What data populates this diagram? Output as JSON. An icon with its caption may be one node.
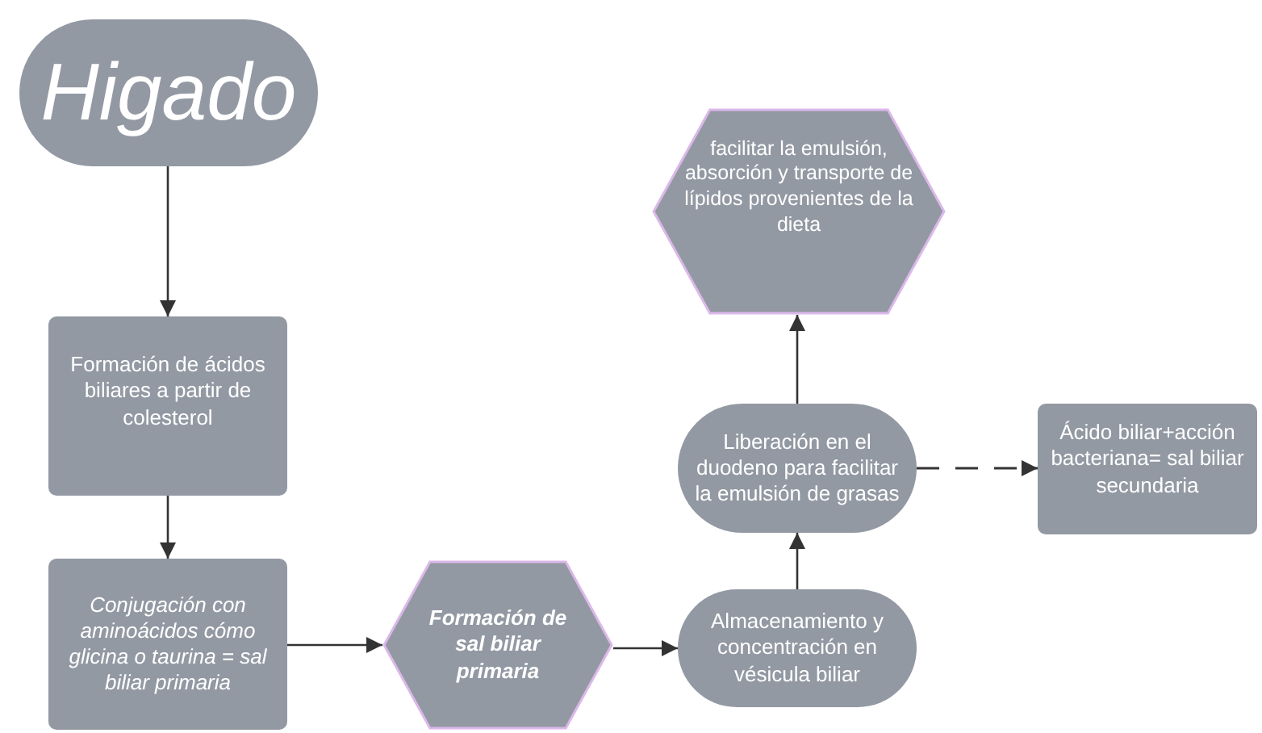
{
  "diagram": {
    "nodes": [
      {
        "text": [
          "Higado"
        ]
      },
      {
        "text": [
          "Formación de ácidos biliares a partir de colesterol"
        ]
      },
      {
        "text": [
          "Conjugación con aminoácidos cómo glicina o taurina = sal biliar primaria"
        ]
      },
      {
        "text": [
          "Formación de sal biliar primaria"
        ]
      },
      {
        "text": [
          "Almacenamiento y concentración en vésicula biliar"
        ]
      },
      {
        "text": [
          "Liberación en el duodeno para facilitar la emulsión de grasas"
        ]
      },
      {
        "text": [
          "facilitar la emulsión, absorción y transporte de lípidos provenientes de la dieta"
        ]
      },
      {
        "text": [
          "Ácido biliar+acción bacteriana= sal biliar secundaria"
        ]
      }
    ],
    "edges": [
      {
        "from": 0,
        "to": 1,
        "arrow": "to"
      },
      {
        "from": 1,
        "to": 2,
        "arrow": "to"
      },
      {
        "from": 2,
        "to": 3,
        "arrow": "to"
      },
      {
        "from": 3,
        "to": 4,
        "arrow": "to"
      },
      {
        "from": 4,
        "to": 5,
        "arrow": "to"
      },
      {
        "from": 5,
        "to": 6,
        "arrow": "to"
      },
      {
        "from": 5,
        "to": 7,
        "arrow": "to",
        "style": "dashed"
      }
    ]
  }
}
